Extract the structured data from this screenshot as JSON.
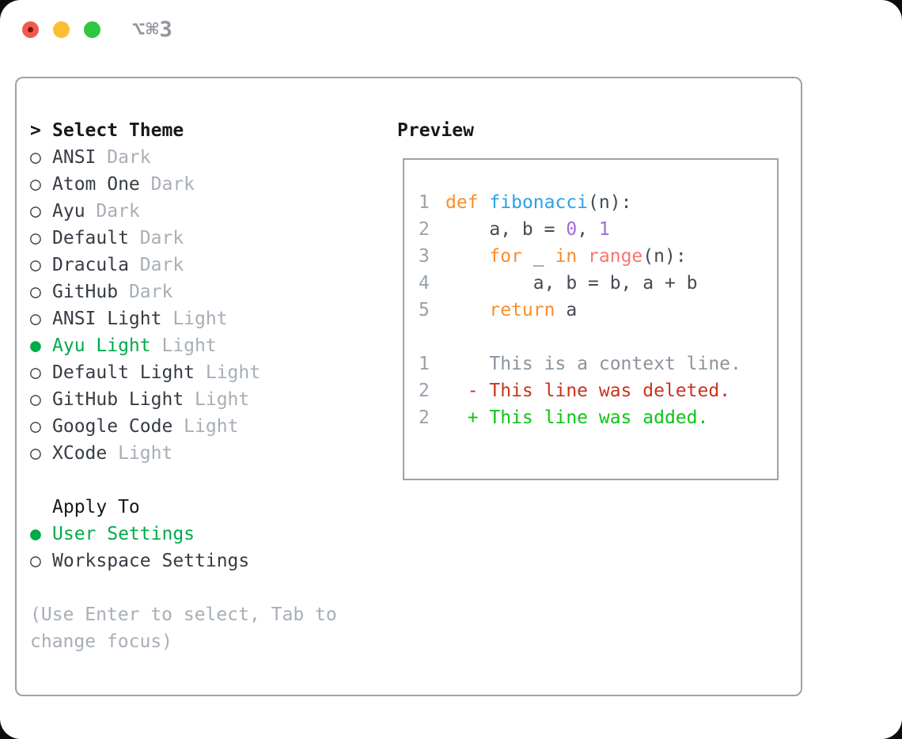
{
  "window": {
    "title": "⌥⌘3",
    "buttons": {
      "close": "close",
      "minimize": "minimize",
      "zoom": "zoom"
    }
  },
  "glyphs": {
    "prompt": ">",
    "radio_off": "○",
    "radio_on": "●"
  },
  "theme_picker": {
    "header": {
      "marker": ">",
      "label": "Select Theme"
    },
    "items": [
      {
        "name": "ANSI",
        "variant": "Dark",
        "selected": false
      },
      {
        "name": "Atom One",
        "variant": "Dark",
        "selected": false
      },
      {
        "name": "Ayu",
        "variant": "Dark",
        "selected": false
      },
      {
        "name": "Default",
        "variant": "Dark",
        "selected": false
      },
      {
        "name": "Dracula",
        "variant": "Dark",
        "selected": false
      },
      {
        "name": "GitHub",
        "variant": "Dark",
        "selected": false
      },
      {
        "name": "ANSI Light",
        "variant": "Light",
        "selected": false
      },
      {
        "name": "Ayu Light",
        "variant": "Light",
        "selected": true
      },
      {
        "name": "Default Light",
        "variant": "Light",
        "selected": false
      },
      {
        "name": "GitHub Light",
        "variant": "Light",
        "selected": false
      },
      {
        "name": "Google Code",
        "variant": "Light",
        "selected": false
      },
      {
        "name": "XCode",
        "variant": "Light",
        "selected": false
      }
    ],
    "apply_to": {
      "label": "Apply To",
      "options": [
        {
          "name": "User Settings",
          "selected": true
        },
        {
          "name": "Workspace Settings",
          "selected": false
        }
      ]
    },
    "hint_line1": "(Use Enter to select, Tab to",
    "hint_line2": "change focus)"
  },
  "preview": {
    "label": "Preview",
    "lines": [
      {
        "kind": "code",
        "num": "1",
        "tokens": [
          [
            "kw",
            "def"
          ],
          [
            "plain",
            " "
          ],
          [
            "fn",
            "fibonacci"
          ],
          [
            "plain",
            "(n):"
          ]
        ]
      },
      {
        "kind": "code",
        "num": "2",
        "tokens": [
          [
            "plain",
            "    a, b = "
          ],
          [
            "num",
            "0"
          ],
          [
            "plain",
            ", "
          ],
          [
            "num",
            "1"
          ]
        ]
      },
      {
        "kind": "code",
        "num": "3",
        "tokens": [
          [
            "plain",
            "    "
          ],
          [
            "kw",
            "for"
          ],
          [
            "plain",
            " _ "
          ],
          [
            "kw",
            "in"
          ],
          [
            "plain",
            " "
          ],
          [
            "call",
            "range"
          ],
          [
            "plain",
            "(n):"
          ]
        ]
      },
      {
        "kind": "code",
        "num": "4",
        "tokens": [
          [
            "plain",
            "        a, b = b, a + b"
          ]
        ]
      },
      {
        "kind": "code",
        "num": "5",
        "tokens": [
          [
            "plain",
            "    "
          ],
          [
            "kw",
            "return"
          ],
          [
            "plain",
            " a"
          ]
        ]
      },
      {
        "kind": "blank",
        "num": "",
        "tokens": []
      },
      {
        "kind": "context",
        "num": "1",
        "tokens": [
          [
            "context",
            "    This is a context line."
          ]
        ]
      },
      {
        "kind": "deleted",
        "num": "2",
        "tokens": [
          [
            "del",
            "  - This line was deleted."
          ]
        ]
      },
      {
        "kind": "added",
        "num": "2",
        "tokens": [
          [
            "add",
            "  + This line was added."
          ]
        ]
      }
    ]
  },
  "colors": {
    "accent_green": "#00ab49",
    "added_green": "#0cc514",
    "deleted_red": "#c9331b",
    "keyword_orange": "#f98d2b",
    "function_blue": "#2aa1e8",
    "number_purple": "#a169dd",
    "call_coral": "#f87570",
    "text_dark": "#363c44",
    "heading_dark": "#15181c",
    "code_text": "#444b54",
    "muted_gray": "#a7aeb6",
    "linenum_gray": "#98a1ab",
    "context_gray": "#8b939c",
    "border_gray": "#9aa2ac",
    "traffic_red": "#f15b4e",
    "traffic_red_dot": "#7d130c",
    "traffic_yellow": "#fcbe30",
    "traffic_green": "#2dc83f",
    "title_gray": "#8f969e"
  }
}
